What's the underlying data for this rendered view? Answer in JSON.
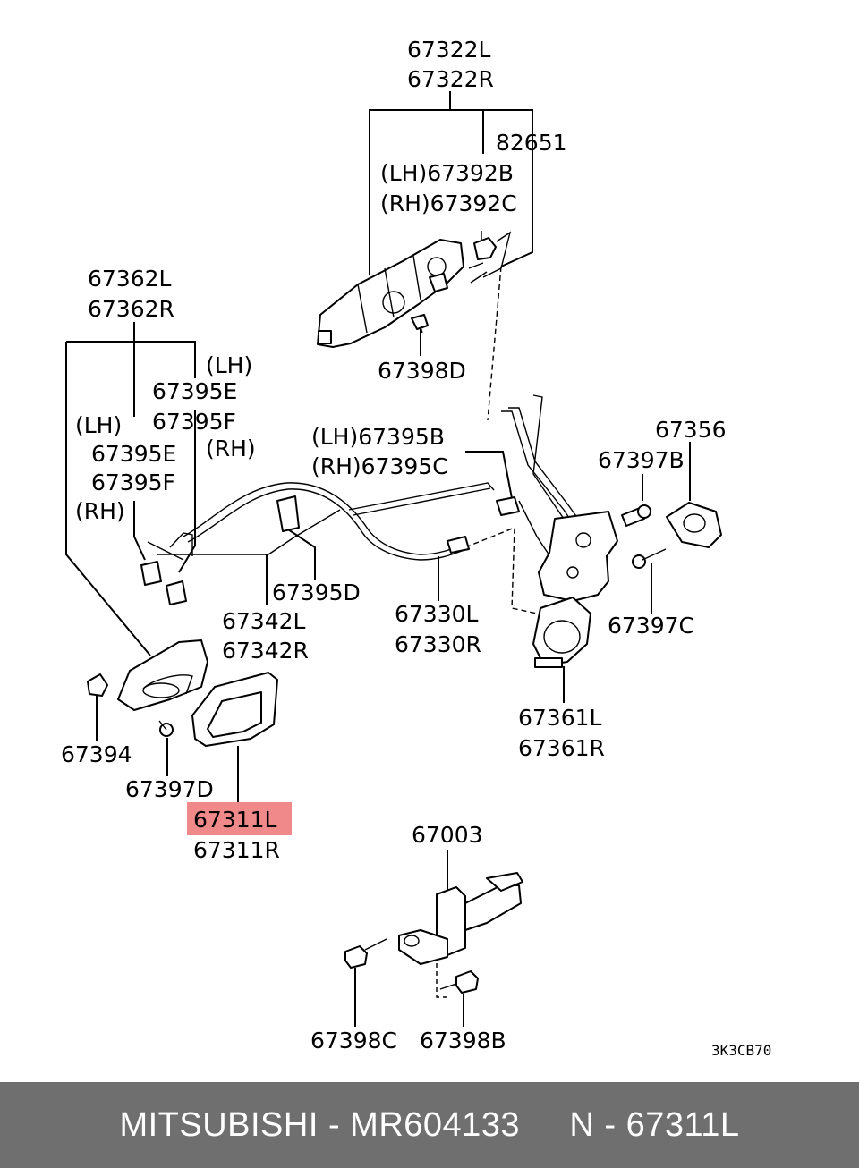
{
  "diagram": {
    "labels": {
      "p67322L": "67322L",
      "p67322R": "67322R",
      "p82651": "82651",
      "p67392B": "(LH)67392B",
      "p67392C": "(RH)67392C",
      "p67398D": "67398D",
      "p67362L": "67362L",
      "p67362R": "67362R",
      "lh1": "(LH)",
      "p67395E_a": "67395E",
      "p67395F_a": "67395F",
      "rh1": "(RH)",
      "lh2": "(LH)",
      "p67395E_b": "67395E",
      "p67395F_b": "67395F",
      "rh2": "(RH)",
      "p67395B": "(LH)67395B",
      "p67395C": "(RH)67395C",
      "p67356": "67356",
      "p67397B": "67397B",
      "p67395D": "67395D",
      "p67342L": "67342L",
      "p67342R": "67342R",
      "p67330L": "67330L",
      "p67330R": "67330R",
      "p67397C": "67397C",
      "p67361L": "67361L",
      "p67361R": "67361R",
      "p67394": "67394",
      "p67397D": "67397D",
      "p67311L": "67311L",
      "p67311R": "67311R",
      "p67003": "67003",
      "p67398C": "67398C",
      "p67398B": "67398B",
      "figure_code": "3K3CB70"
    },
    "highlight_color": "#f08a8a"
  },
  "footer": {
    "text": "MITSUBISHI - MR604133     N - 67311L",
    "background": "#6f6f6f"
  }
}
